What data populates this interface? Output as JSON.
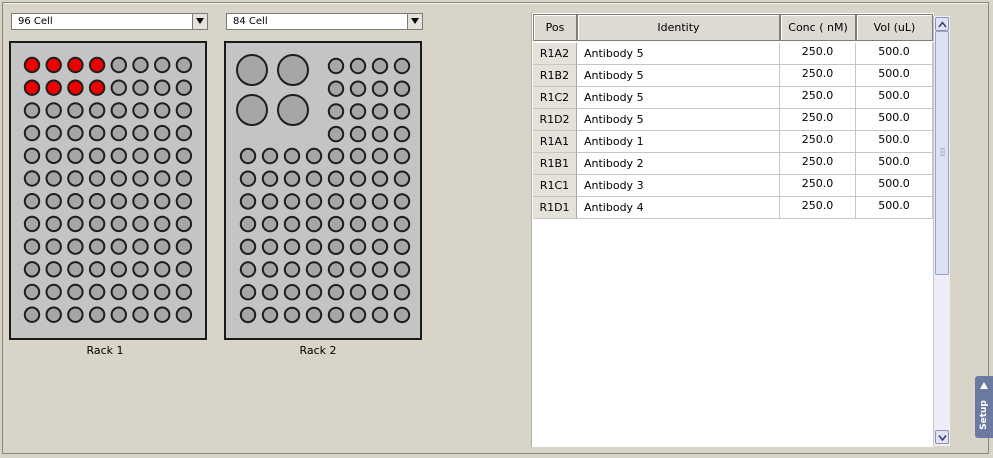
{
  "racks": [
    {
      "id": "rack1",
      "type_label": "96 Cell",
      "label": "Rack 1",
      "rows": 12,
      "cols": 8,
      "selected": [
        "0-0",
        "0-1",
        "0-2",
        "0-3",
        "1-0",
        "1-1",
        "1-2",
        "1-3"
      ]
    },
    {
      "id": "rack2",
      "type_label": "84 Cell",
      "label": "Rack 2",
      "large_wells": 4,
      "small_top_rows": 4,
      "small_top_cols": 4,
      "small_bottom_rows": 8,
      "small_bottom_cols": 8
    }
  ],
  "table": {
    "columns": [
      "Pos",
      "Identity",
      "Conc ( nM)",
      "Vol (uL)"
    ],
    "rows": [
      {
        "pos": "R1A2",
        "identity": "Antibody 5",
        "conc": "250.0",
        "vol": "500.0"
      },
      {
        "pos": "R1B2",
        "identity": "Antibody 5",
        "conc": "250.0",
        "vol": "500.0"
      },
      {
        "pos": "R1C2",
        "identity": "Antibody 5",
        "conc": "250.0",
        "vol": "500.0"
      },
      {
        "pos": "R1D2",
        "identity": "Antibody 5",
        "conc": "250.0",
        "vol": "500.0"
      },
      {
        "pos": "R1A1",
        "identity": "Antibody 1",
        "conc": "250.0",
        "vol": "500.0"
      },
      {
        "pos": "R1B1",
        "identity": "Antibody 2",
        "conc": "250.0",
        "vol": "500.0"
      },
      {
        "pos": "R1C1",
        "identity": "Antibody 3",
        "conc": "250.0",
        "vol": "500.0"
      },
      {
        "pos": "R1D1",
        "identity": "Antibody 4",
        "conc": "250.0",
        "vol": "500.0"
      }
    ]
  },
  "setup_tab": {
    "label": "Setup"
  },
  "colors": {
    "well_empty": "#a6a6a6",
    "well_selected": "#ee0000",
    "rack_bg": "#c4c4c4",
    "tab_bg": "#6c7aa2"
  }
}
